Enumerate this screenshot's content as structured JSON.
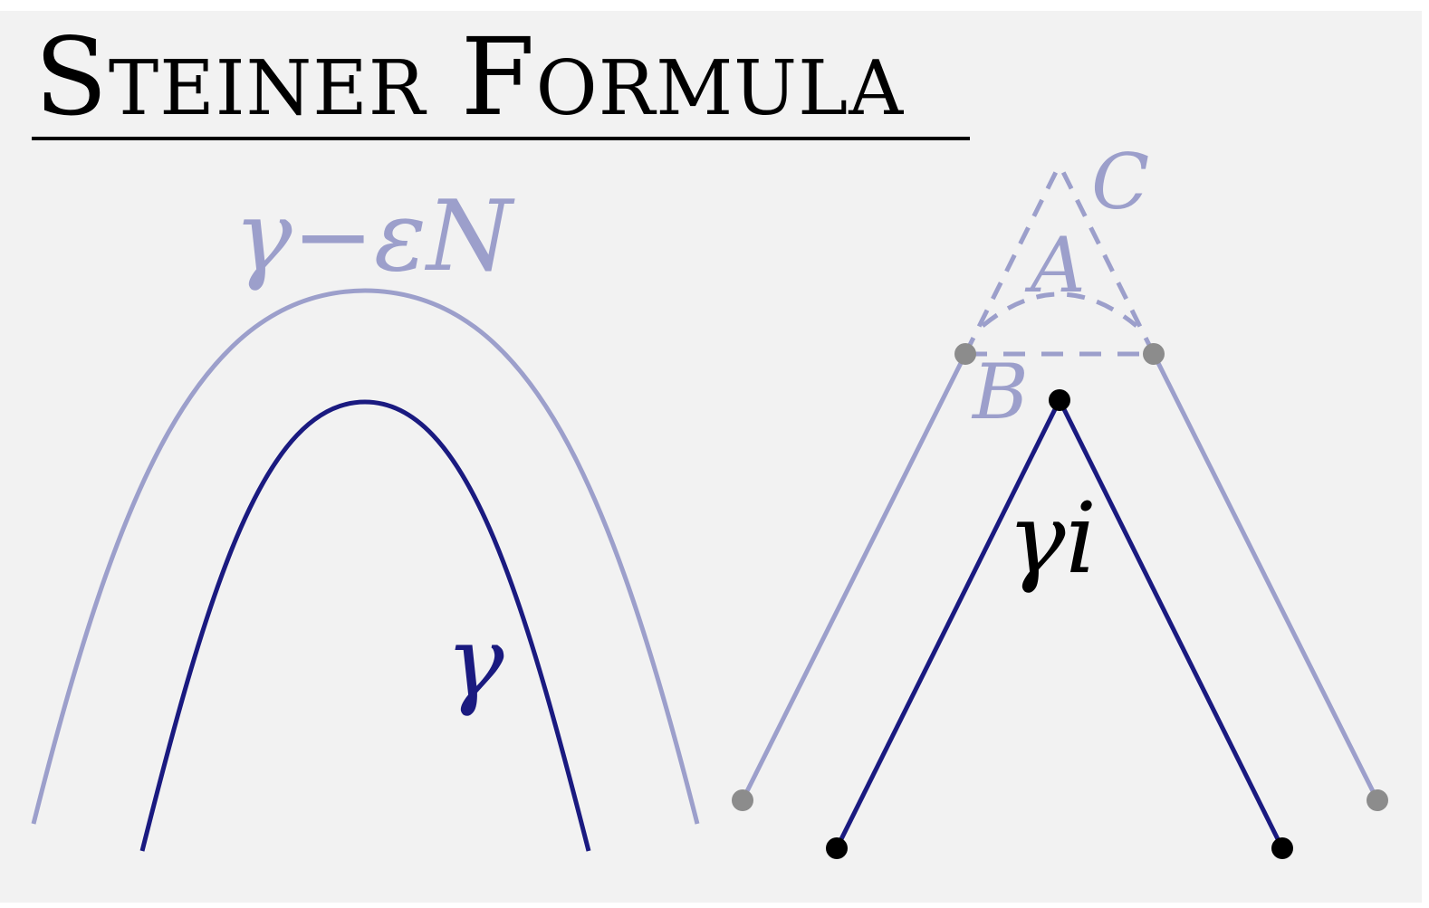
{
  "title": "Steiner Formula",
  "labels": {
    "offset_curve": "γ−εN",
    "curve": "γ",
    "polygon": "γi",
    "point_a": "A",
    "point_b": "B",
    "point_c": "C"
  },
  "colors": {
    "background": "#f2f2f2",
    "title": "#000000",
    "curve": "#1a1a80",
    "offset_curve": "#9c9fcb",
    "polygon": "#1a1a80",
    "polygon_vertex": "#000000",
    "offset_vertex": "#8c8c8c",
    "construction": "#9c9fcb"
  }
}
